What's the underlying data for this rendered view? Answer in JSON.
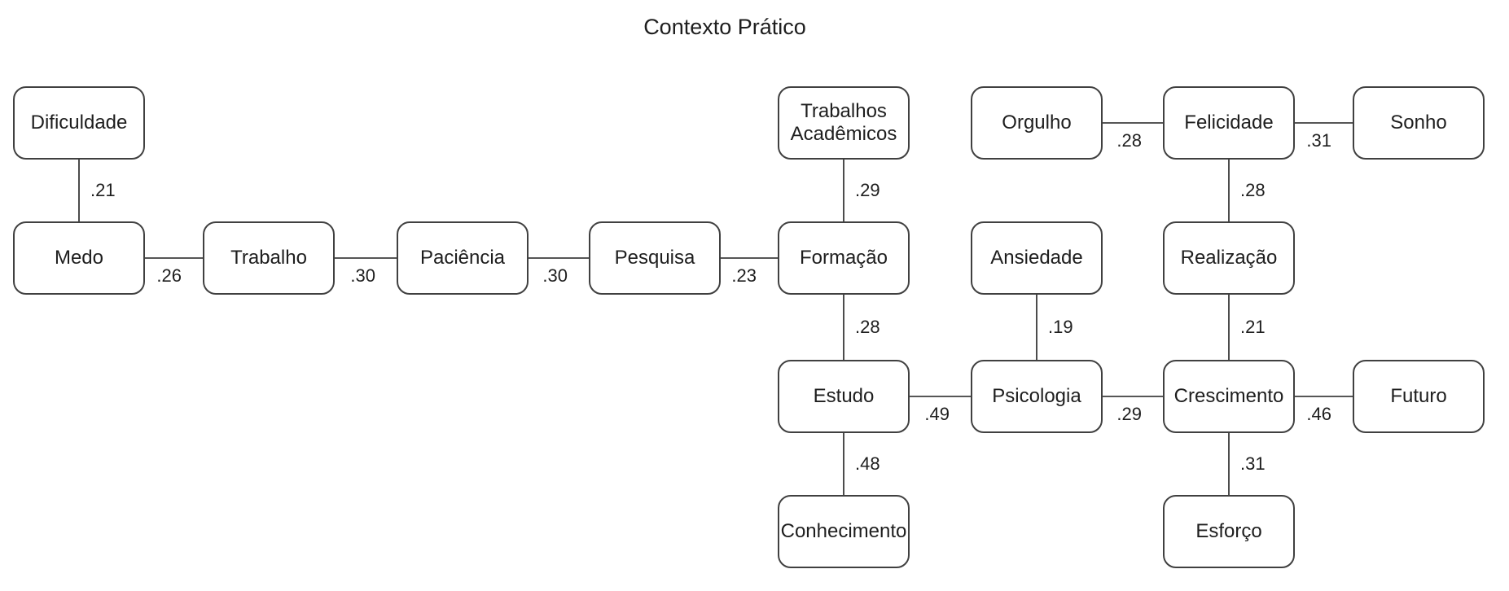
{
  "title": "Contexto Prático",
  "colors": {
    "background": "#ffffff",
    "node_fill": "#ffffff",
    "node_border": "#404040",
    "edge_line": "#1f1f1f",
    "text": "#1e1e1e"
  },
  "diagram": {
    "nodes": [
      {
        "id": "dificuldade",
        "label": "Dificuldade",
        "col": "A",
        "row": 1
      },
      {
        "id": "medo",
        "label": "Medo",
        "col": "A",
        "row": 2
      },
      {
        "id": "trabalho",
        "label": "Trabalho",
        "col": "B",
        "row": 2
      },
      {
        "id": "paciencia",
        "label": "Paciência",
        "col": "C",
        "row": 2
      },
      {
        "id": "pesquisa",
        "label": "Pesquisa",
        "col": "D",
        "row": 2
      },
      {
        "id": "trabalhos-academicos",
        "label": "Trabalhos Acadêmicos",
        "col": "E",
        "row": 1
      },
      {
        "id": "formacao",
        "label": "Formação",
        "col": "E",
        "row": 2
      },
      {
        "id": "estudo",
        "label": "Estudo",
        "col": "E",
        "row": 3
      },
      {
        "id": "conhecimento",
        "label": "Conhecimento",
        "col": "E",
        "row": 4
      },
      {
        "id": "orgulho",
        "label": "Orgulho",
        "col": "F",
        "row": 1
      },
      {
        "id": "ansiedade",
        "label": "Ansiedade",
        "col": "F",
        "row": 2
      },
      {
        "id": "psicologia",
        "label": "Psicologia",
        "col": "F",
        "row": 3
      },
      {
        "id": "felicidade",
        "label": "Felicidade",
        "col": "G",
        "row": 1
      },
      {
        "id": "realizacao",
        "label": "Realização",
        "col": "G",
        "row": 2
      },
      {
        "id": "crescimento",
        "label": "Crescimento",
        "col": "G",
        "row": 3
      },
      {
        "id": "esforco",
        "label": "Esforço",
        "col": "G",
        "row": 4
      },
      {
        "id": "sonho",
        "label": "Sonho",
        "col": "H",
        "row": 1
      },
      {
        "id": "futuro",
        "label": "Futuro",
        "col": "H",
        "row": 3
      }
    ],
    "edges": [
      {
        "from": "dificuldade",
        "to": "medo",
        "weight": ".21"
      },
      {
        "from": "medo",
        "to": "trabalho",
        "weight": ".26"
      },
      {
        "from": "trabalho",
        "to": "paciencia",
        "weight": ".30"
      },
      {
        "from": "paciencia",
        "to": "pesquisa",
        "weight": ".30"
      },
      {
        "from": "pesquisa",
        "to": "formacao",
        "weight": ".23"
      },
      {
        "from": "trabalhos-academicos",
        "to": "formacao",
        "weight": ".29"
      },
      {
        "from": "formacao",
        "to": "estudo",
        "weight": ".28"
      },
      {
        "from": "estudo",
        "to": "conhecimento",
        "weight": ".48"
      },
      {
        "from": "estudo",
        "to": "psicologia",
        "weight": ".49"
      },
      {
        "from": "ansiedade",
        "to": "psicologia",
        "weight": ".19"
      },
      {
        "from": "psicologia",
        "to": "crescimento",
        "weight": ".29"
      },
      {
        "from": "orgulho",
        "to": "felicidade",
        "weight": ".28"
      },
      {
        "from": "felicidade",
        "to": "sonho",
        "weight": ".31"
      },
      {
        "from": "felicidade",
        "to": "realizacao",
        "weight": ".28"
      },
      {
        "from": "realizacao",
        "to": "crescimento",
        "weight": ".21"
      },
      {
        "from": "crescimento",
        "to": "futuro",
        "weight": ".46"
      },
      {
        "from": "crescimento",
        "to": "esforco",
        "weight": ".31"
      }
    ]
  }
}
